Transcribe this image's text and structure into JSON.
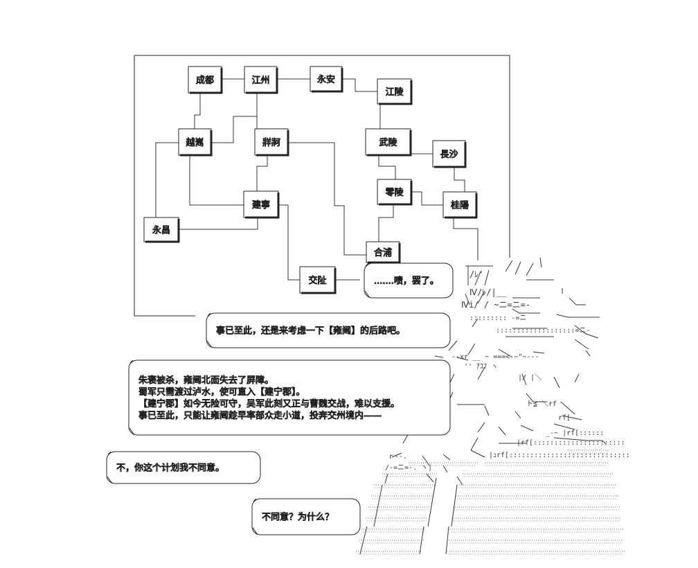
{
  "map": {
    "places": {
      "chengdu": "成都",
      "jiangzhou": "江州",
      "yongan": "永安",
      "jiangling": "江陵",
      "yuexi": "越嶲",
      "zangke": "牂牁",
      "wuling": "武陵",
      "changsha": "長沙",
      "jianning": "建寧",
      "lingling": "零陵",
      "guiyang": "桂陽",
      "yongchang": "永昌",
      "hepu": "合浦",
      "jiaozhi": "交阯"
    }
  },
  "dialogue": {
    "top_right": ".......啧，罢了。",
    "upper": "事已至此，还是来考虑一下【雍闿】的后路吧。",
    "middle": [
      "朱褒被杀，雍闿北面失去了屏障。",
      "蜀军只需渡过泸水，使可直入【建宁郡】。",
      "【建宁郡】如今无险可守，吴军此刻又正与曹魏交战，难以支援。",
      "事已至此，只能让雍闿趁早率部众走小道，投奔交州境内——"
    ],
    "left": "不，你这个计划我不同意。",
    "bottom": "不同意？为什么？"
  }
}
